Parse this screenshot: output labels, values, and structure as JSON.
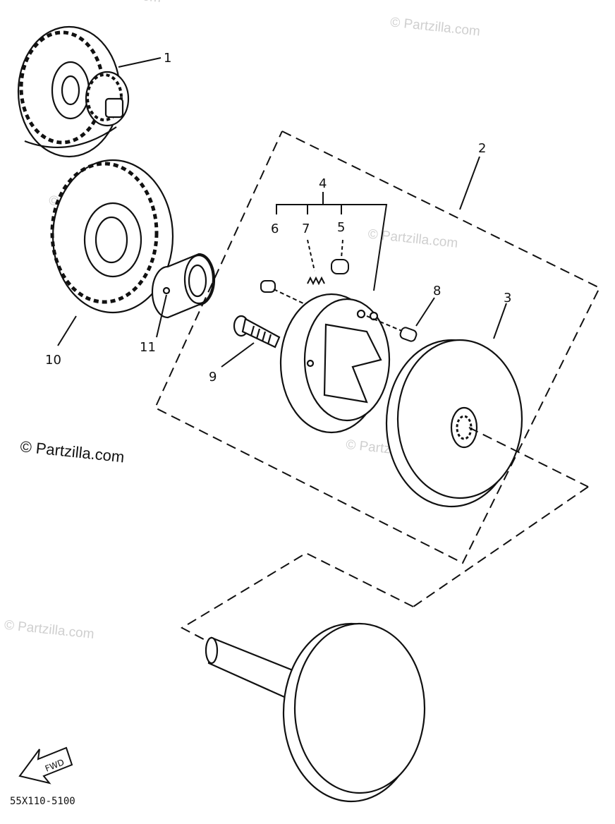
{
  "diagram": {
    "part_labels": [
      "1",
      "2",
      "3",
      "4",
      "5",
      "6",
      "7",
      "8",
      "9",
      "10",
      "11"
    ],
    "drawing_code": "55X110-5100",
    "fwd_label": "FWD",
    "watermark_main": "© Partzilla.com",
    "watermark_faint": "© Partzilla.com"
  }
}
